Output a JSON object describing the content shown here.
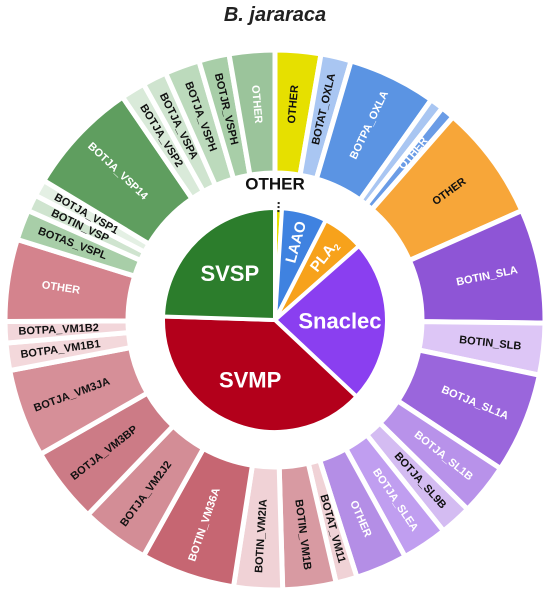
{
  "chart_data": {
    "type": "pie",
    "title": "B. jararaca",
    "inner": [
      {
        "label": "OTHER",
        "value": 1.0,
        "color": "#e8e000",
        "label_color": "#111111",
        "label_pos": "outside"
      },
      {
        "label": "LAAO",
        "value": 6.5,
        "color": "#3f82e0",
        "label_color": "#ffffff"
      },
      {
        "label": "PLA",
        "sub": "2",
        "value": 6.0,
        "color": "#f7a21b",
        "label_color": "#ffffff"
      },
      {
        "label": "Snaclec",
        "value": 23.5,
        "color": "#8a3ff0",
        "label_color": "#ffffff"
      },
      {
        "label": "SVMP",
        "value": 38.5,
        "color": "#b3001b",
        "label_color": "#ffffff"
      },
      {
        "label": "SVSP",
        "value": 24.5,
        "color": "#2c7d2c",
        "label_color": "#ffffff"
      }
    ],
    "outer": [
      {
        "label": "OTHER",
        "value": 3.0,
        "color": "#e6e000",
        "label_color": "#111111"
      },
      {
        "label": "BOTAT_OXLA",
        "value": 2.0,
        "color": "#a9c6f2",
        "label_color": "#111111"
      },
      {
        "label": "BOTPA_OXLA",
        "value": 5.8,
        "color": "#5b94e3",
        "label_color": "#ffffff"
      },
      {
        "label": "",
        "value": 0.9,
        "color": "#a9c6f2",
        "label_color": "#111111"
      },
      {
        "label": "OTHER",
        "value": 0.9,
        "color": "#6a9ce6",
        "label_color": "#ffffff"
      },
      {
        "label": "OTHER",
        "value": 7.6,
        "color": "#f7a639",
        "label_color": "#111111"
      },
      {
        "label": "BOTIN_SLA",
        "value": 7.5,
        "color": "#8e55d6",
        "label_color": "#ffffff"
      },
      {
        "label": "BOTIN_SLB",
        "value": 3.4,
        "color": "#ddc6f6",
        "label_color": "#111111"
      },
      {
        "label": "BOTJA_SL1A",
        "value": 6.6,
        "color": "#9a66dc",
        "label_color": "#ffffff"
      },
      {
        "label": "BOTJA_SL1B",
        "value": 3.4,
        "color": "#b892ea",
        "label_color": "#ffffff"
      },
      {
        "label": "BOTJA_SL9B",
        "value": 2.1,
        "color": "#d4bcf2",
        "label_color": "#111111"
      },
      {
        "label": "BOTJA_SLEA",
        "value": 3.0,
        "color": "#c09ef0",
        "label_color": "#ffffff"
      },
      {
        "label": "OTHER",
        "value": 3.4,
        "color": "#b48ee6",
        "label_color": "#ffffff"
      },
      {
        "label": "BOTAT_VM11",
        "value": 1.4,
        "color": "#f0d2d6",
        "label_color": "#111111"
      },
      {
        "label": "BOTIN_VM1B",
        "value": 3.5,
        "color": "#d89aa2",
        "label_color": "#111111"
      },
      {
        "label": "BOTIN_VM2IA",
        "value": 3.2,
        "color": "#f0d2d6",
        "label_color": "#111111"
      },
      {
        "label": "BOTIN_VM36A",
        "value": 6.2,
        "color": "#c66672",
        "label_color": "#ffffff"
      },
      {
        "label": "BOTJA_VM2J2",
        "value": 4.5,
        "color": "#d38d96",
        "label_color": "#111111"
      },
      {
        "label": "BOTJA_VM3BP",
        "value": 5.0,
        "color": "#cc7b86",
        "label_color": "#111111"
      },
      {
        "label": "BOTJA_VM3JA",
        "value": 5.8,
        "color": "#d68f98",
        "label_color": "#111111"
      },
      {
        "label": "BOTPA_VM1B1",
        "value": 1.8,
        "color": "#f3d8db",
        "label_color": "#111111"
      },
      {
        "label": "BOTPA_VM1B2",
        "value": 1.4,
        "color": "#f2d6da",
        "label_color": "#111111"
      },
      {
        "label": "OTHER",
        "value": 5.4,
        "color": "#d4838d",
        "label_color": "#ffffff"
      },
      {
        "label": "BOTAS_VSPL",
        "value": 2.0,
        "color": "#a8cea8",
        "label_color": "#111111"
      },
      {
        "label": "BOTIN_VSP",
        "value": 1.1,
        "color": "#cfe4cf",
        "label_color": "#111111"
      },
      {
        "label": "BOTJA_VSP1",
        "value": 1.1,
        "color": "#e4f0e4",
        "label_color": "#111111"
      },
      {
        "label": "BOTJA_VSP14",
        "value": 7.5,
        "color": "#5f9e5f",
        "label_color": "#ffffff"
      },
      {
        "label": "BOTJA_VSP2",
        "value": 1.6,
        "color": "#d9ead9",
        "label_color": "#111111"
      },
      {
        "label": "BOTJA_VSPA",
        "value": 1.6,
        "color": "#cfe4cf",
        "label_color": "#111111"
      },
      {
        "label": "BOTJA_VSPH",
        "value": 2.3,
        "color": "#bcdabc",
        "label_color": "#111111"
      },
      {
        "label": "BOTJR_VSPH",
        "value": 2.0,
        "color": "#a8cea8",
        "label_color": "#111111"
      },
      {
        "label": "OTHER",
        "value": 3.0,
        "color": "#9bc49b",
        "label_color": "#ffffff"
      }
    ],
    "grid": false,
    "legend": "none"
  }
}
